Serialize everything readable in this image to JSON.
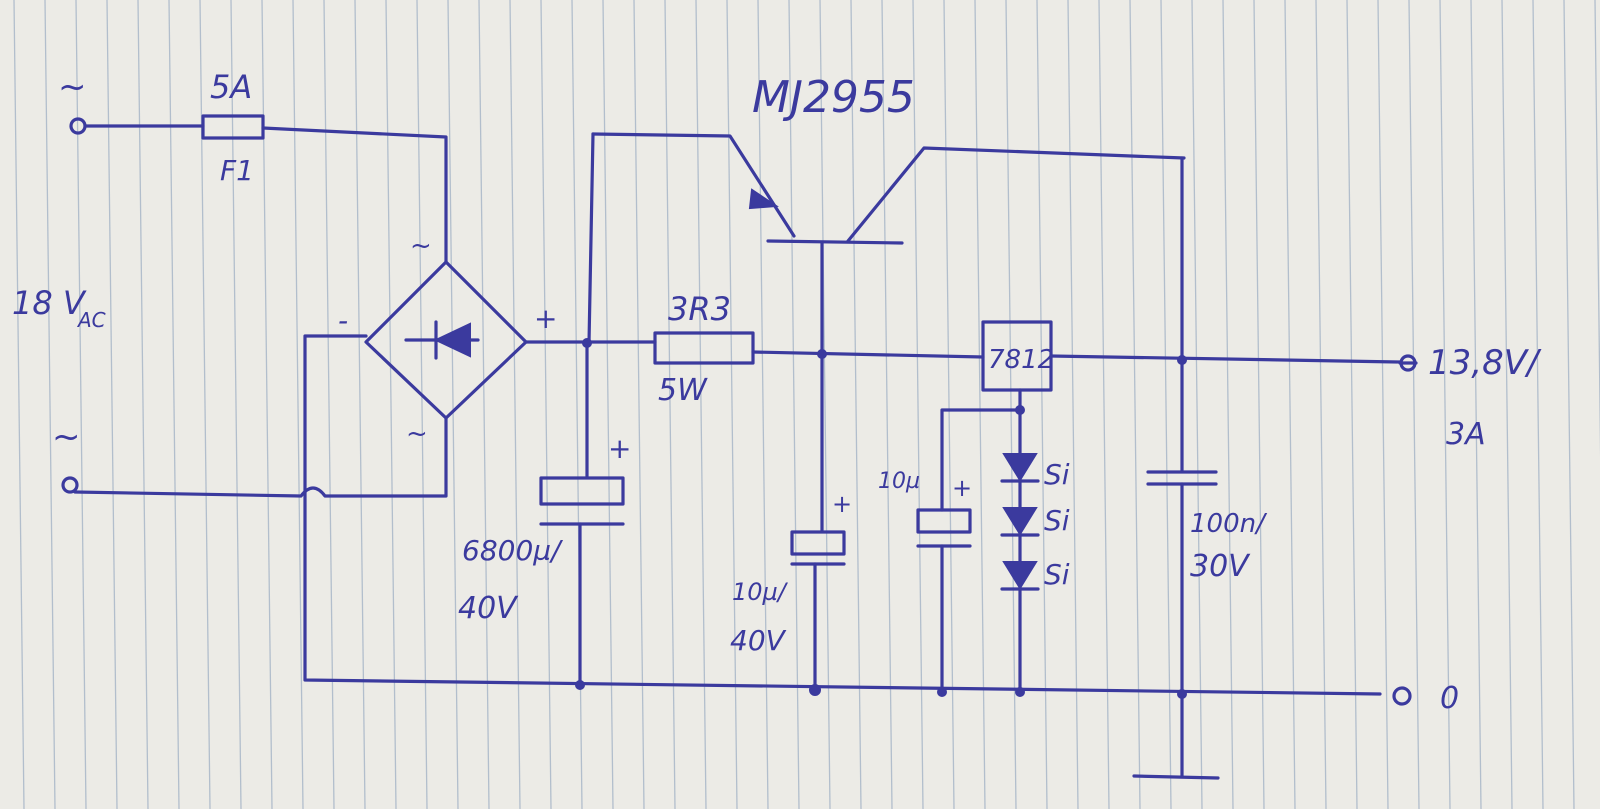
{
  "input": {
    "ac_top_symbol": "~",
    "ac_bottom_symbol": "~",
    "voltage_main": "18 V",
    "voltage_sub": "AC"
  },
  "fuse": {
    "rating": "5A",
    "designator": "F1"
  },
  "bridge": {
    "ac_top": "~",
    "ac_bottom": "~",
    "minus": "-",
    "plus": "+"
  },
  "transistor": {
    "part": "MJ2955"
  },
  "resistor": {
    "value": "3R3",
    "power": "5W"
  },
  "regulator": {
    "part": "7812"
  },
  "caps": {
    "main": {
      "plus": "+",
      "value": "6800µ/",
      "voltage": "40V"
    },
    "base": {
      "plus": "+",
      "value": "10µ/",
      "voltage": "40V"
    },
    "adj": {
      "plus": "+",
      "value": "10µ"
    },
    "out": {
      "value": "100n/",
      "voltage": "30V"
    }
  },
  "diodes": [
    "Si",
    "Si",
    "Si"
  ],
  "output": {
    "voltage": "13,8V/",
    "current": "3A",
    "ground": "0"
  },
  "colors": {
    "ink": "#3b3a9e",
    "paper": "#ecebe6",
    "rule": "#9fb0c4"
  }
}
